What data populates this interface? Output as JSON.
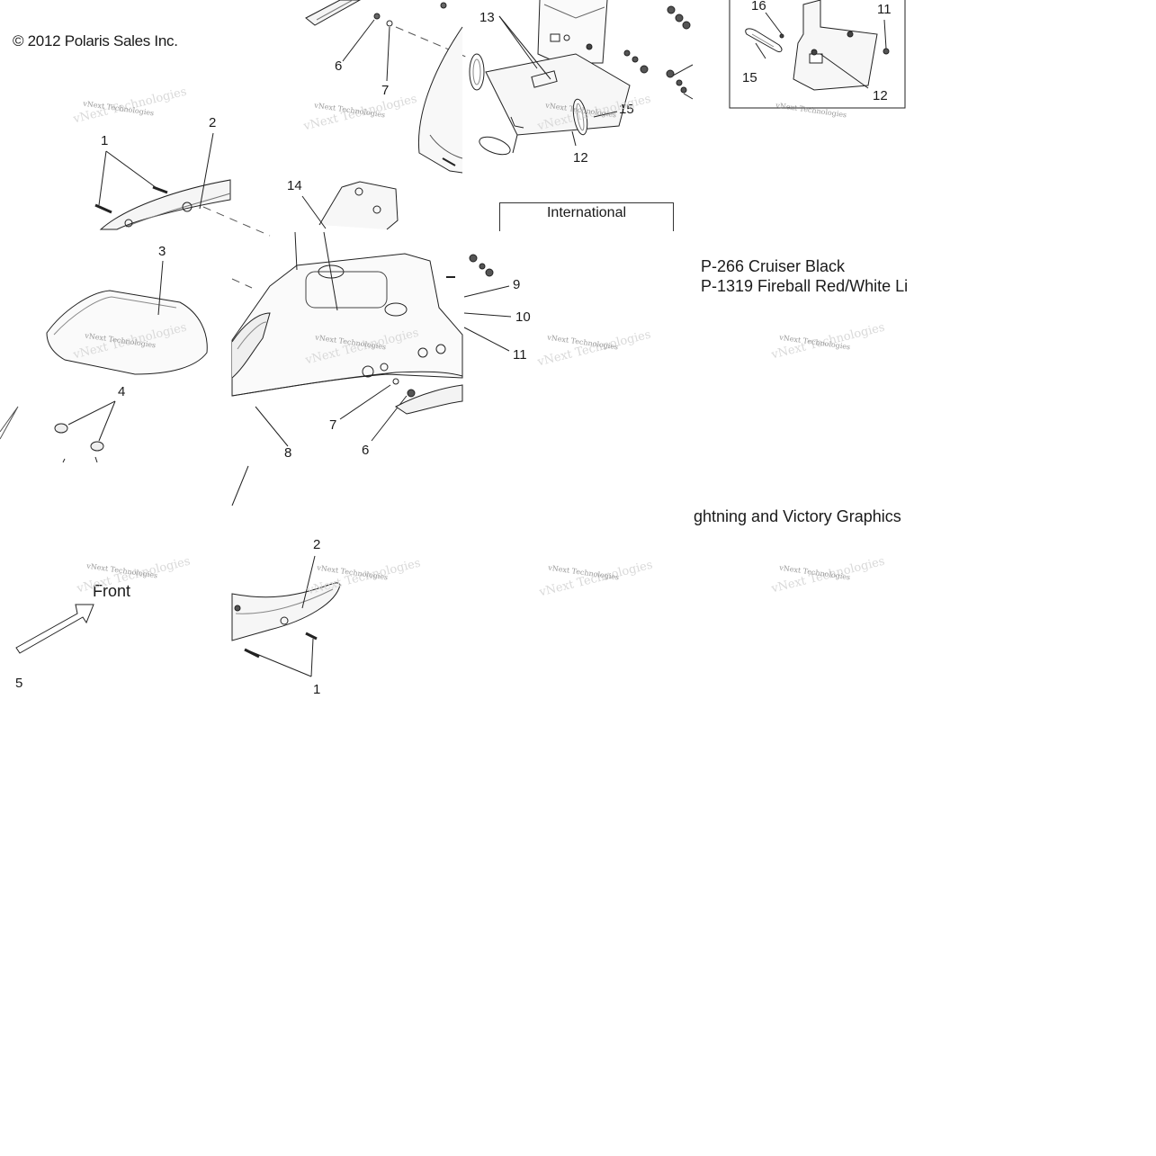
{
  "copyright": "© 2012 Polaris Sales Inc.",
  "panel_box_label": "International",
  "paint_codes": [
    "P-266  Cruiser Black",
    "P-1319 Fireball Red/White Li"
  ],
  "graphics_label": "ghtning and Victory Graphics",
  "front_label": "Front",
  "watermark": "vNext Technologies",
  "callouts": {
    "c13": "13",
    "c16": "16",
    "c11a": "11",
    "c6a": "6",
    "c7a": "7",
    "c15a": "15",
    "c15b": "15",
    "c12a": "12",
    "c12b": "12",
    "c1a": "1",
    "c2a": "2",
    "c14": "14",
    "c3": "3",
    "c9": "9",
    "c10": "10",
    "c11b": "11",
    "c4": "4",
    "c7b": "7",
    "c6b": "6",
    "c8": "8",
    "c2b": "2",
    "c1b": "1",
    "c5": "5"
  }
}
